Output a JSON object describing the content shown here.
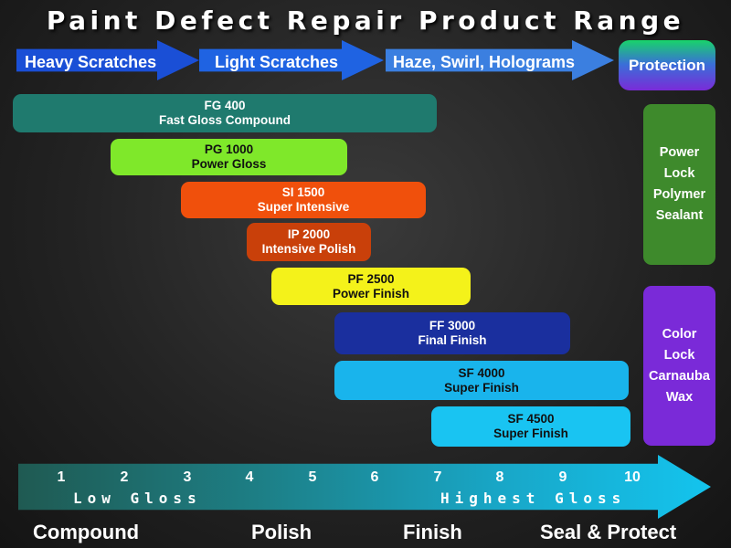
{
  "title": "Paint Defect Repair Product Range",
  "header_arrows": [
    {
      "label": "Heavy Scratches",
      "color": "#1a4fd6"
    },
    {
      "label": "Light Scratches",
      "color": "#1f63e2"
    },
    {
      "label": "Haze, Swirl, Holograms",
      "color": "#3b7fe0"
    }
  ],
  "protection_label": "Protection",
  "products": [
    {
      "code": "FG 400",
      "name": "Fast Gloss Compound",
      "color": "#1f7a6e",
      "text_color": "#ffffff"
    },
    {
      "code": "PG 1000",
      "name": "Power Gloss",
      "color": "#7fe82a",
      "text_color": "#111111"
    },
    {
      "code": "SI 1500",
      "name": "Super Intensive",
      "color": "#f0500c",
      "text_color": "#ffffff"
    },
    {
      "code": "IP 2000",
      "name": "Intensive Polish",
      "color": "#c9400a",
      "text_color": "#ffffff"
    },
    {
      "code": "PF 2500",
      "name": "Power Finish",
      "color": "#f4f21a",
      "text_color": "#111111"
    },
    {
      "code": "FF 3000",
      "name": "Final Finish",
      "color": "#1a2f9e",
      "text_color": "#ffffff"
    },
    {
      "code": "SF 4000",
      "name": "Super Finish",
      "color": "#19b4ec",
      "text_color": "#111111"
    },
    {
      "code": "SF 4500",
      "name": "Super Finish",
      "color": "#19c4f2",
      "text_color": "#111111"
    }
  ],
  "sealant": {
    "lines": [
      "Power",
      "Lock",
      "Polymer",
      "Sealant"
    ],
    "color": "#3e8a2c"
  },
  "wax": {
    "lines": [
      "Color",
      "Lock",
      "Carnauba",
      "Wax"
    ],
    "color": "#7a2ad8"
  },
  "scale": {
    "numbers": [
      "1",
      "2",
      "3",
      "4",
      "5",
      "6",
      "7",
      "8",
      "9",
      "10"
    ],
    "low_label": "Low Gloss",
    "high_label": "Highest Gloss"
  },
  "stages": [
    "Compound",
    "Polish",
    "Finish",
    "Seal & Protect"
  ]
}
